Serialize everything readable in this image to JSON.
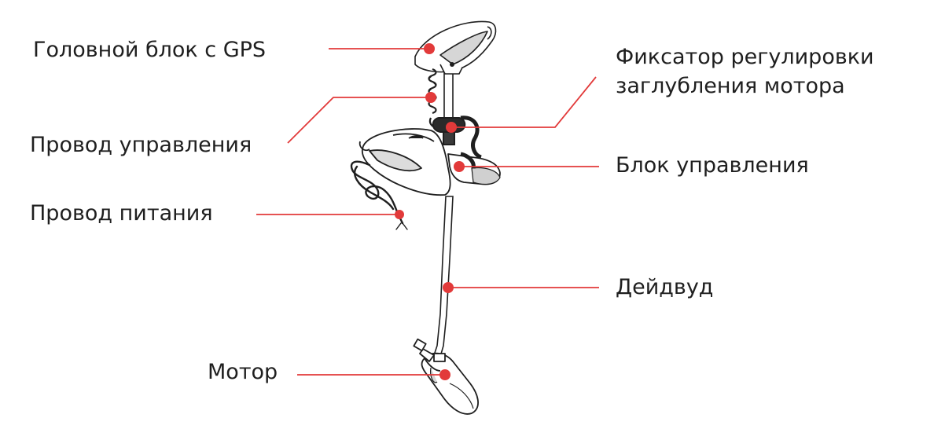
{
  "labels": {
    "head_unit": "Головной блок с GPS",
    "control_wire": "Провод управления",
    "power_wire": "Провод питания",
    "motor": "Мотор",
    "depth_lock_line1": "Фиксатор регулировки",
    "depth_lock_line2": "заглубления мотора",
    "control_unit": "Блок управления",
    "shaft": "Дейдвуд"
  },
  "colors": {
    "callout": "#e23a3a",
    "ink": "#1f1f1f",
    "shade": "#cfcfcf"
  }
}
